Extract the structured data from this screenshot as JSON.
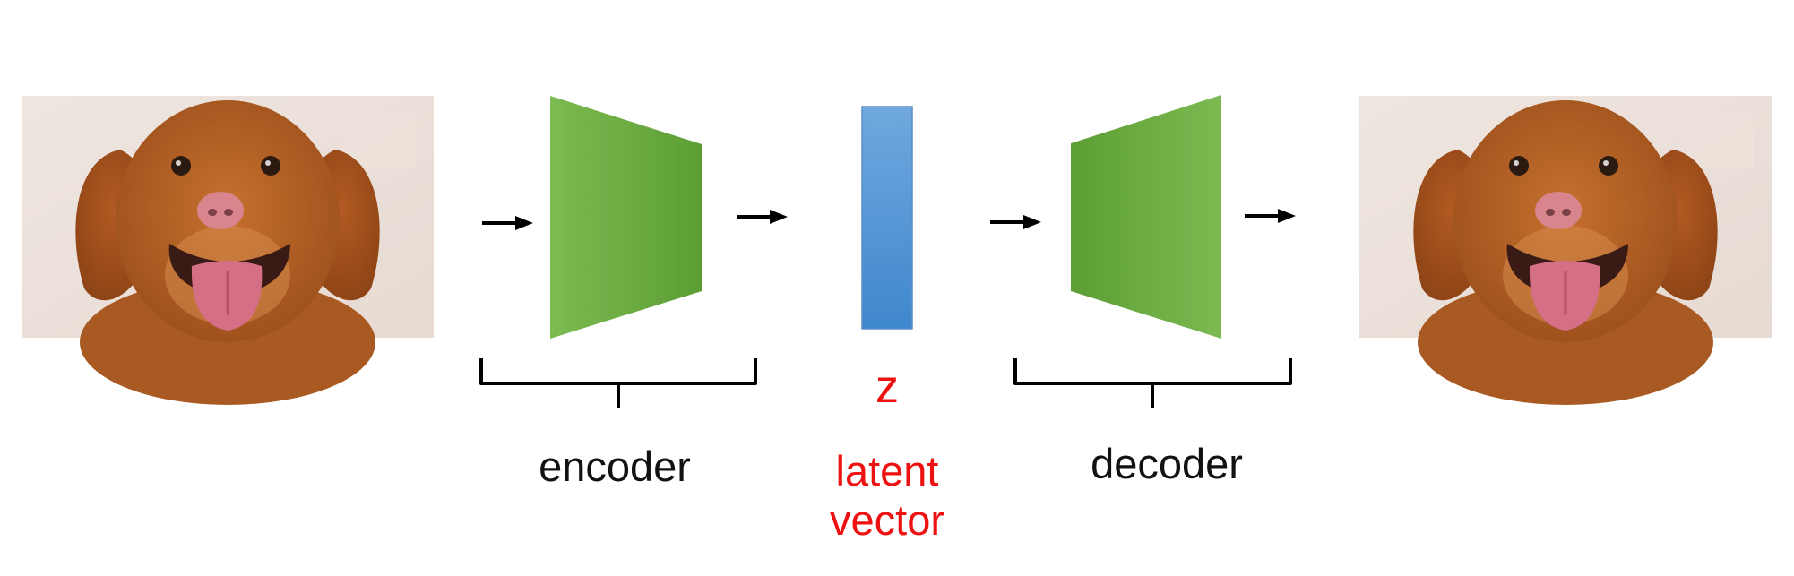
{
  "diagram": {
    "input_image": {
      "icon": "dog-photo-icon"
    },
    "output_image": {
      "icon": "dog-photo-icon"
    },
    "encoder": {
      "label": "encoder",
      "color_light": "#7ab84e",
      "color_dark": "#5fa035"
    },
    "decoder": {
      "label": "decoder",
      "color_light": "#7ab84e",
      "color_dark": "#5fa035"
    },
    "latent": {
      "symbol": "z",
      "label_line1": "latent",
      "label_line2": "vector",
      "color_top": "#6fa6dc",
      "color_bottom": "#4289cf",
      "label_color": "#ee1111"
    }
  }
}
